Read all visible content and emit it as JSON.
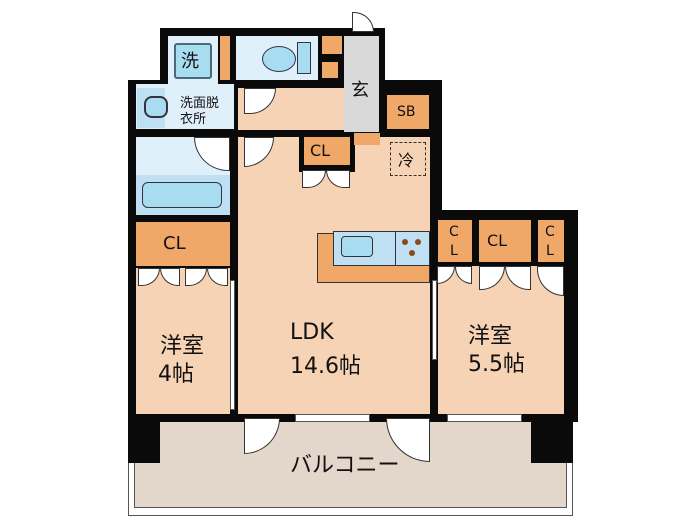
{
  "floorplan": {
    "rooms": {
      "washer": {
        "label": "洗"
      },
      "washroom": {
        "label_line1": "洗面脱",
        "label_line2": "衣所"
      },
      "entrance": {
        "label": "玄"
      },
      "shoe_box": {
        "label": "SB"
      },
      "closet_ldk": {
        "label": "CL"
      },
      "fridge": {
        "label": "冷"
      },
      "closet_west": {
        "label": "CL"
      },
      "closet_east_left": {
        "label_line1": "C",
        "label_line2": "L"
      },
      "closet_east_mid": {
        "label": "CL"
      },
      "closet_east_right": {
        "label_line1": "C",
        "label_line2": "L"
      },
      "western_room_1": {
        "name": "洋室",
        "size": "4帖"
      },
      "ldk": {
        "name": "LDK",
        "size": "14.6帖"
      },
      "western_room_2": {
        "name": "洋室",
        "size": "5.5帖"
      },
      "balcony": {
        "label": "バルコニー"
      }
    },
    "colors": {
      "wall": "#0a0a0a",
      "floor": "#f6d3b4",
      "closet": "#f0a868",
      "wet_area": "#e0f0fb",
      "fixture": "#a8dcf0",
      "entrance": "#d9d9d9",
      "balcony": "#e3d6cb"
    }
  }
}
